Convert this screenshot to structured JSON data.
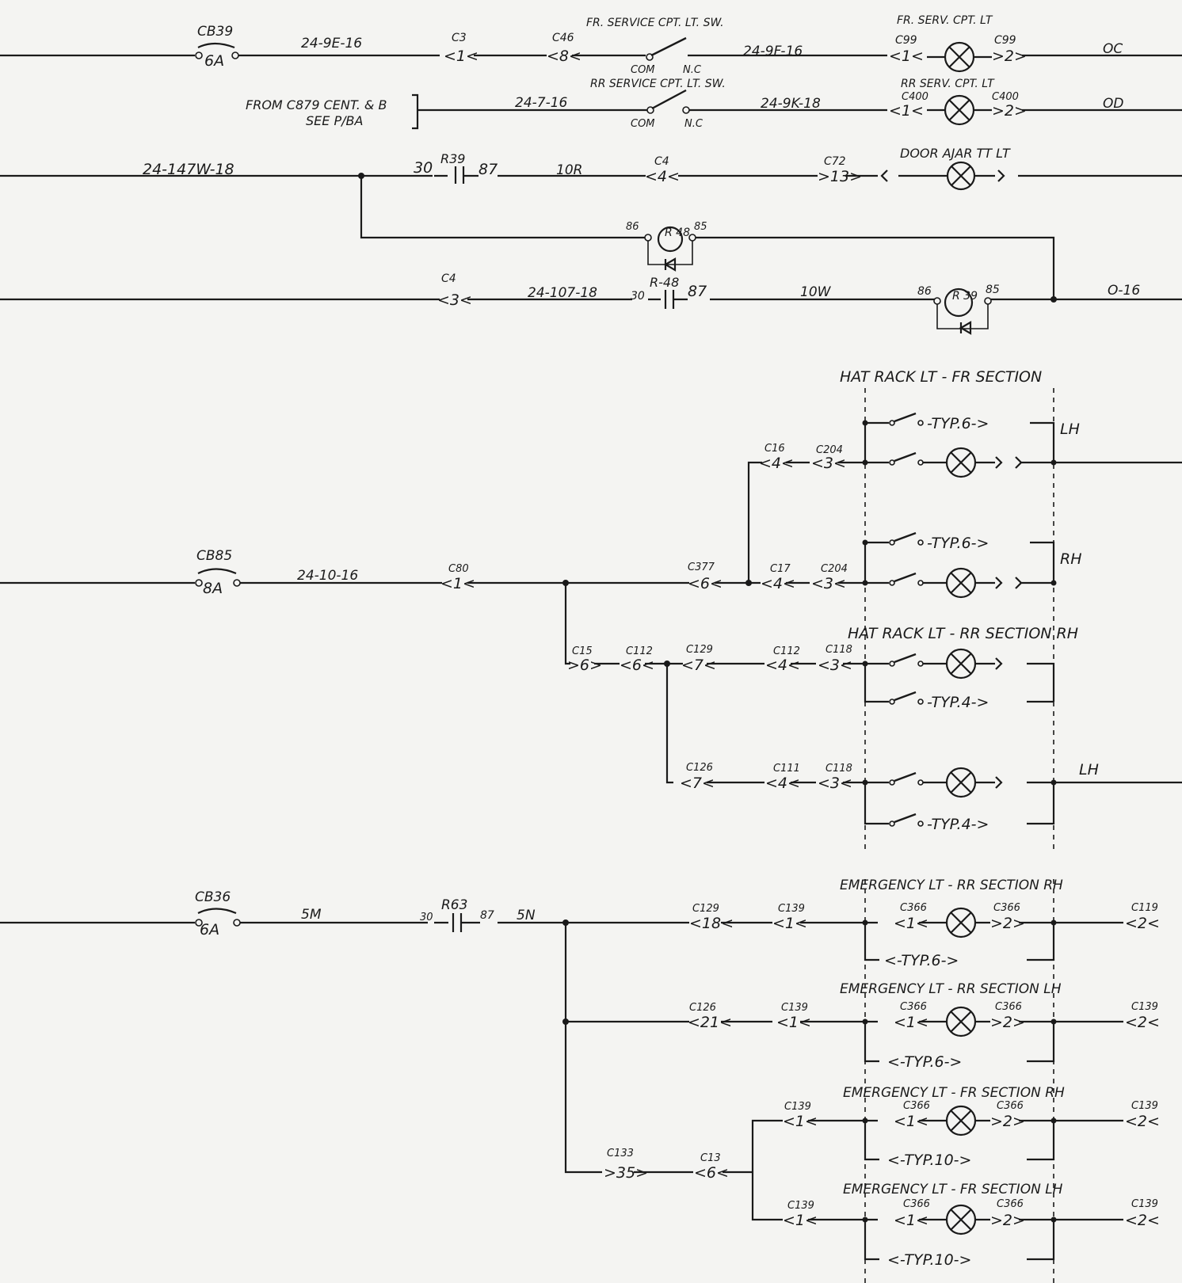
{
  "rows": {
    "r1": {
      "breaker_id": "CB39",
      "breaker_rating": "6A",
      "wire1": "24-9E-16",
      "conn_a": "C3",
      "conn_a_pin": "<1<",
      "conn_b": "C46",
      "conn_b_pin": "<8<",
      "switch_title": "FR. SERVICE CPT. LT. SW.",
      "switch_com": "COM",
      "switch_nc": "N.C",
      "wire2": "24-9F-16",
      "lamp_title": "FR. SERV. CPT. LT",
      "lamp_conn_l": "C99",
      "lamp_pin_l": "<1<",
      "lamp_conn_r": "C99",
      "lamp_pin_r": ">2>",
      "dest": "OC"
    },
    "r2": {
      "source_line1": "FROM C879 CENT. & B",
      "source_line2": "SEE P/BA",
      "wire1": "24-7-16",
      "switch_title": "RR SERVICE CPT. LT. SW.",
      "switch_com": "COM",
      "switch_nc": "N.C",
      "wire2": "24-9K-18",
      "lamp_title": "RR SERV. CPT. LT",
      "lamp_conn_l": "C400",
      "lamp_pin_l": "<1<",
      "lamp_conn_r": "C400",
      "lamp_pin_r": ">2>",
      "dest": "OD"
    },
    "r3": {
      "wire1": "24-147W-18",
      "relay_id": "R39",
      "relay_pin_30": "30",
      "relay_pin_87": "87",
      "wire2": "10R",
      "conn_a": "C4",
      "conn_a_pin": "<4<",
      "conn_b": "C72",
      "conn_b_pin": ">13>",
      "lamp_title": "DOOR AJAR TT LT"
    },
    "r4": {
      "relay_coil_id": "R 48",
      "relay_pin_86": "86",
      "relay_pin_85": "85",
      "conn": "C4",
      "conn_pin": "<3<",
      "wire1": "24-107-18",
      "relay_id": "R-48",
      "relay_pin_30": "30",
      "relay_pin_87": "87",
      "wire2": "10W",
      "coil2_id": "R 39",
      "coil2_pin_86": "86",
      "coil2_pin_85": "85",
      "dest": "O-16"
    },
    "hat_rack_fr": {
      "title": "HAT RACK LT - FR SECTION",
      "conn_c16": "C16",
      "conn_c16_pin": "<4<",
      "conn_c204a": "C204",
      "conn_c204a_pin": "<3<",
      "typ6_a": "-TYP.6->",
      "side_lh": "LH",
      "main_breaker": "CB85",
      "main_rating": "8A",
      "main_wire": "24-10-16",
      "conn_c80": "C80",
      "conn_c80_pin": "<1<",
      "conn_c377": "C377",
      "conn_c377_pin": "<6<",
      "conn_c17": "C17",
      "conn_c17_pin": "<4<",
      "conn_c204b": "C204",
      "conn_c204b_pin": "<3<",
      "typ6_b": "-TYP.6->",
      "side_rh": "RH"
    },
    "hat_rack_rr": {
      "title": "HAT RACK LT - RR SECTION RH",
      "conn_c15": "C15",
      "conn_c15_pin": ">6>",
      "conn_c112a": "C112",
      "conn_c112a_pin": "<6<",
      "conn_c129": "C129",
      "conn_c129_pin": "<7<",
      "conn_c112b": "C112",
      "conn_c112b_pin": "<4<",
      "conn_c118a": "C118",
      "conn_c118a_pin": "<3<",
      "typ4_a": "-TYP.4->",
      "conn_c126": "C126",
      "conn_c126_pin": "<7<",
      "conn_c111": "C111",
      "conn_c111_pin": "<4<",
      "conn_c118b": "C118",
      "conn_c118b_pin": "<3<",
      "side_lh": "LH",
      "typ4_b": "-TYP.4->"
    },
    "emergency": {
      "main_breaker": "CB36",
      "main_rating": "6A",
      "wire_in": "5M",
      "relay_id": "R63",
      "relay_pin_30": "30",
      "relay_pin_87": "87",
      "wire_out": "5N",
      "e1_title": "EMERGENCY LT - RR SECTION RH",
      "e1_conn_a": "C129",
      "e1_conn_a_pin": "<18<",
      "e1_conn_b": "C139",
      "e1_conn_b_pin": "<1<",
      "e1_lamp_l": "C366",
      "e1_lamp_l_pin": "<1<",
      "e1_lamp_r": "C366",
      "e1_lamp_r_pin": ">2>",
      "e1_out": "C119",
      "e1_out_pin": "<2<",
      "e1_typ": "<-TYP.6->",
      "e2_title": "EMERGENCY LT - RR SECTION LH",
      "e2_conn_a": "C126",
      "e2_conn_a_pin": "<21<",
      "e2_conn_b": "C139",
      "e2_conn_b_pin": "<1<",
      "e2_lamp_l": "C366",
      "e2_lamp_l_pin": "<1<",
      "e2_lamp_r": "C366",
      "e2_lamp_r_pin": ">2>",
      "e2_out": "C139",
      "e2_out_pin": "<2<",
      "e2_typ": "<-TYP.6->",
      "e3_title": "EMERGENCY LT - FR SECTION RH",
      "e3_conn_b": "C139",
      "e3_conn_b_pin": "<1<",
      "e3_lamp_l": "C366",
      "e3_lamp_l_pin": "<1<",
      "e3_lamp_r": "C366",
      "e3_lamp_r_pin": ">2>",
      "e3_out": "C139",
      "e3_out_pin": "<2<",
      "e3_typ": "<-TYP.10->",
      "e4_title": "EMERGENCY LT - FR SECTION LH",
      "e4_conn_b": "C139",
      "e4_conn_b_pin": "<1<",
      "e4_lamp_l": "C366",
      "e4_lamp_l_pin": "<1<",
      "e4_lamp_r": "C366",
      "e4_lamp_r_pin": ">2>",
      "e4_out": "C139",
      "e4_out_pin": "<2<",
      "e4_typ": "<-TYP.10->",
      "conn_c133": "C133",
      "conn_c133_pin": ">35>",
      "conn_c13": "C13",
      "conn_c13_pin": "<6<"
    }
  }
}
